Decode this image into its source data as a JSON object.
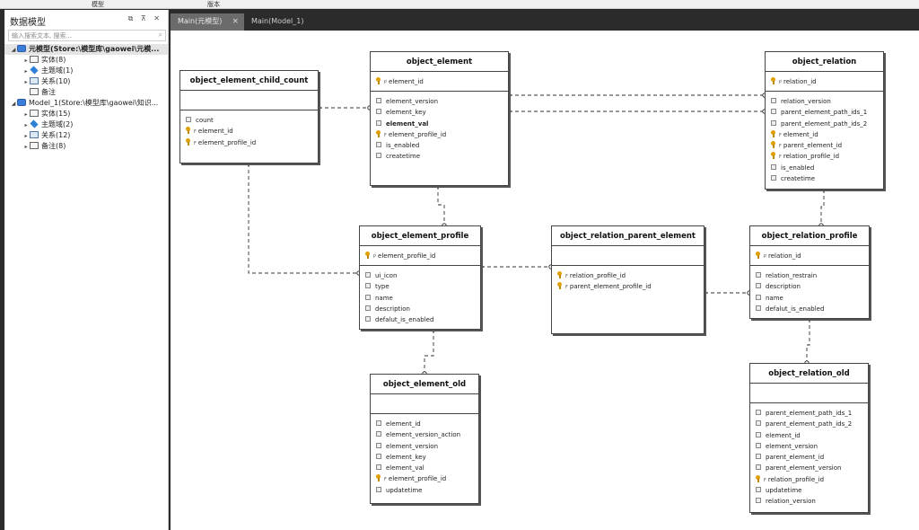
{
  "topstrip": {
    "left_label": "模型",
    "right_label": "版本"
  },
  "panel": {
    "title": "数据模型",
    "controls": "⧉ ⊼ ✕",
    "search_placeholder": "输入搜索文本, 搜索...",
    "tree": [
      {
        "label": "元模型(Store:\\模型库\\gaowei\\元模...",
        "icon": "database-icon",
        "level": 0,
        "expanded": true,
        "selected": true
      },
      {
        "label": "实体(8)",
        "icon": "entity-icon",
        "level": 1,
        "expanded": false
      },
      {
        "label": "主题域(1)",
        "icon": "domain-icon",
        "level": 1,
        "expanded": false
      },
      {
        "label": "关系(10)",
        "icon": "relation-icon",
        "level": 1,
        "expanded": false
      },
      {
        "label": "备注",
        "icon": "note-icon",
        "level": 1,
        "expanded": null
      },
      {
        "label": "Model_1(Store:\\模型库\\gaowei\\知识...",
        "icon": "database-icon",
        "level": 0,
        "expanded": true
      },
      {
        "label": "实体(15)",
        "icon": "entity-icon",
        "level": 1,
        "expanded": false
      },
      {
        "label": "主题域(2)",
        "icon": "domain-icon",
        "level": 1,
        "expanded": false
      },
      {
        "label": "关系(12)",
        "icon": "relation-icon",
        "level": 1,
        "expanded": false
      },
      {
        "label": "备注(8)",
        "icon": "note-icon",
        "level": 1,
        "expanded": false
      }
    ]
  },
  "tabs": [
    {
      "label": "Main(元模型)",
      "active": true
    },
    {
      "label": "Main(Model_1)",
      "active": false
    }
  ],
  "entities": [
    {
      "id": "object_element_child_count",
      "title": "object_element_child_count",
      "pk": [],
      "attrs": [
        {
          "name": "count",
          "key": false
        },
        {
          "name": "element_id",
          "key": true
        },
        {
          "name": "element_profile_id",
          "key": true
        }
      ]
    },
    {
      "id": "object_element",
      "title": "object_element",
      "pk": [
        "element_id"
      ],
      "attrs": [
        {
          "name": "element_version",
          "key": false
        },
        {
          "name": "element_key",
          "key": false
        },
        {
          "name": "element_val",
          "key": false,
          "bold": true
        },
        {
          "name": "element_profile_id",
          "key": true
        },
        {
          "name": "is_enabled",
          "key": false
        },
        {
          "name": "createtime",
          "key": false
        }
      ]
    },
    {
      "id": "object_relation",
      "title": "object_relation",
      "pk": [
        "relation_id"
      ],
      "attrs": [
        {
          "name": "relation_version",
          "key": false
        },
        {
          "name": "parent_element_path_ids_1",
          "key": false
        },
        {
          "name": "parent_element_path_ids_2",
          "key": false
        },
        {
          "name": "element_id",
          "key": true
        },
        {
          "name": "parent_element_id",
          "key": true
        },
        {
          "name": "relation_profile_id",
          "key": true
        },
        {
          "name": "is_enabled",
          "key": false
        },
        {
          "name": "createtime",
          "key": false
        }
      ]
    },
    {
      "id": "object_element_profile",
      "title": "object_element_profile",
      "pk": [
        "element_profile_id"
      ],
      "attrs": [
        {
          "name": "ui_icon",
          "key": false
        },
        {
          "name": "type",
          "key": false
        },
        {
          "name": "name",
          "key": false
        },
        {
          "name": "description",
          "key": false
        },
        {
          "name": "defalut_is_enabled",
          "key": false
        }
      ]
    },
    {
      "id": "object_relation_parent_element",
      "title": "object_relation_parent_element",
      "pk": [],
      "attrs": [
        {
          "name": "relation_profile_id",
          "key": true
        },
        {
          "name": "parent_element_profile_id",
          "key": true
        }
      ]
    },
    {
      "id": "object_relation_profile",
      "title": "object_relation_profile",
      "pk": [
        "relation_id"
      ],
      "attrs": [
        {
          "name": "relation_restrain",
          "key": false
        },
        {
          "name": "description",
          "key": false
        },
        {
          "name": "name",
          "key": false
        },
        {
          "name": "defalut_is_enabled",
          "key": false
        }
      ]
    },
    {
      "id": "object_element_old",
      "title": "object_element_old",
      "pk": [],
      "attrs": [
        {
          "name": "element_id",
          "key": false
        },
        {
          "name": "element_version_action",
          "key": false
        },
        {
          "name": "element_version",
          "key": false
        },
        {
          "name": "element_key",
          "key": false
        },
        {
          "name": "element_val",
          "key": false
        },
        {
          "name": "element_profile_id",
          "key": true
        },
        {
          "name": "updatetime",
          "key": false
        }
      ]
    },
    {
      "id": "object_relation_old",
      "title": "object_relation_old",
      "pk": [],
      "attrs": [
        {
          "name": "parent_element_path_ids_1",
          "key": false
        },
        {
          "name": "parent_element_path_ids_2",
          "key": false
        },
        {
          "name": "element_id",
          "key": false
        },
        {
          "name": "element_version",
          "key": false
        },
        {
          "name": "parent_element_id",
          "key": false
        },
        {
          "name": "parent_element_version",
          "key": false
        },
        {
          "name": "relation_profile_id",
          "key": true
        },
        {
          "name": "updatetime",
          "key": false
        },
        {
          "name": "relation_version",
          "key": false
        }
      ]
    }
  ]
}
